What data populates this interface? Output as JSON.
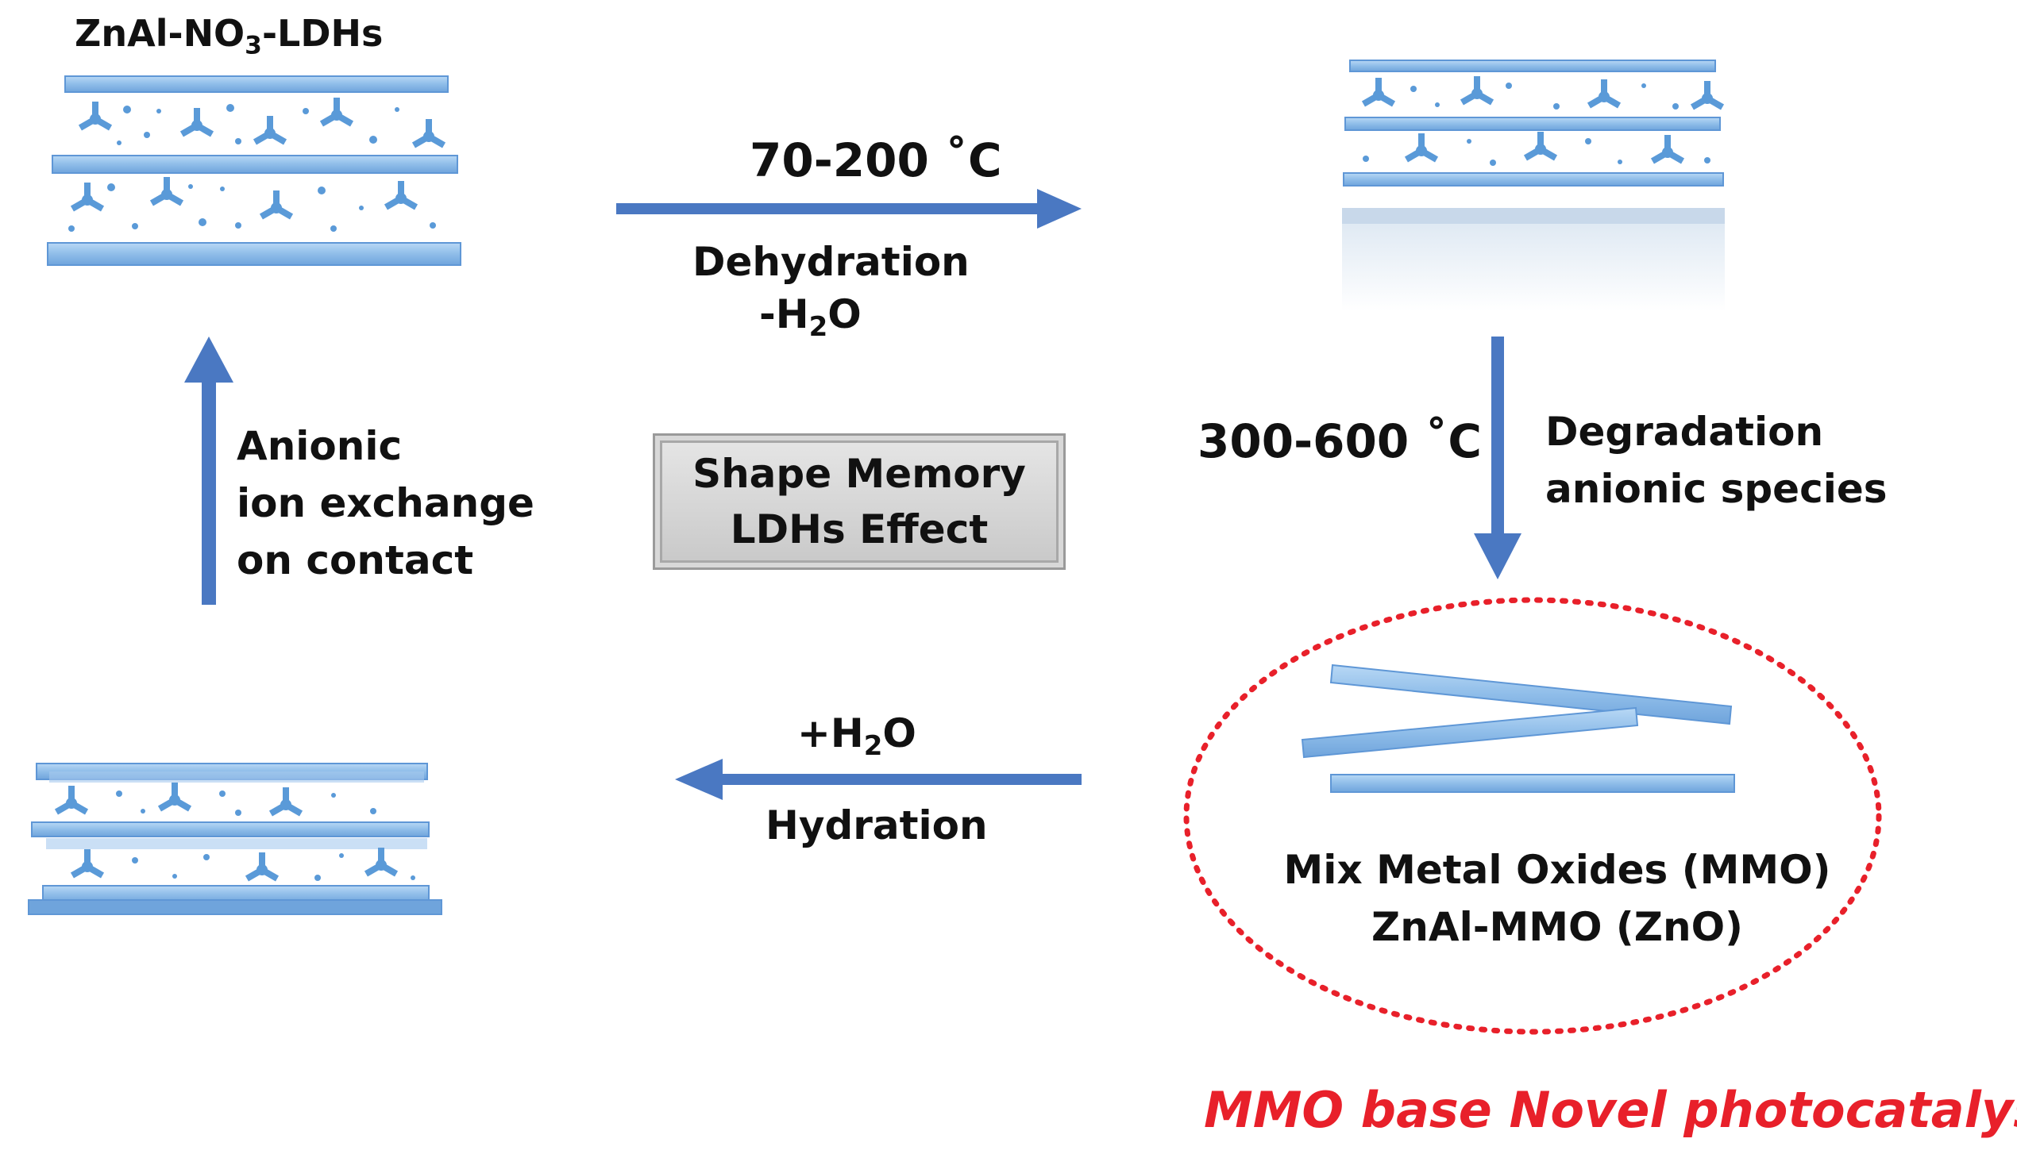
{
  "top_left_label": {
    "main": "ZnAl-NO",
    "sub": "3",
    "suffix": "-LDHs"
  },
  "dehydration": {
    "temp": "70-200 ˚C",
    "name": "Dehydration",
    "water_prefix": "-H",
    "water_sub": "2",
    "water_suffix": "O"
  },
  "degradation": {
    "temp": "300-600 ˚C",
    "line1": "Degradation",
    "line2": "anionic species"
  },
  "ion_exchange": {
    "line1": "Anionic",
    "line2": "ion exchange",
    "line3": "on contact"
  },
  "shape_memory": {
    "line1": "Shape Memory",
    "line2": "LDHs Effect"
  },
  "hydration": {
    "water_prefix": "+H",
    "water_sub": "2",
    "water_suffix": "O",
    "name": "Hydration"
  },
  "mmo": {
    "line1": "Mix Metal Oxides (MMO)",
    "line2": "ZnAl-MMO (ZnO)"
  },
  "caption": "MMO base Novel photocatalyst",
  "colors": {
    "arrow": "#4a78c2",
    "layer": "#8fbde9",
    "layer_edge": "#5f97d6",
    "anion": "#5a9ad8",
    "dashed_ellipse": "#e8202a",
    "caption": "#e8202a"
  }
}
